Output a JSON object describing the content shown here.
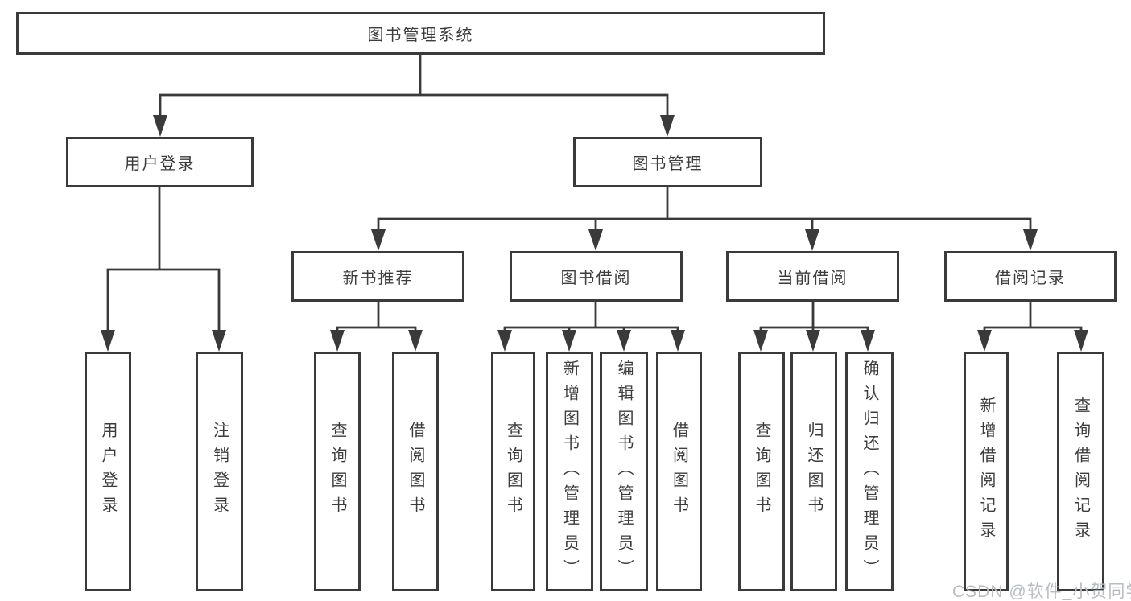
{
  "root": {
    "label": "图书管理系统"
  },
  "user_login": {
    "label": "用户登录",
    "children": [
      {
        "label": "用户登录"
      },
      {
        "label": "注销登录"
      }
    ]
  },
  "book_mgmt": {
    "label": "图书管理",
    "groups": [
      {
        "label": "新书推荐",
        "children": [
          {
            "label": "查询图书"
          },
          {
            "label": "借阅图书"
          }
        ]
      },
      {
        "label": "图书借阅",
        "children": [
          {
            "label": "查询图书"
          },
          {
            "label": "新增图书（管理员）"
          },
          {
            "label": "编辑图书（管理员）"
          },
          {
            "label": "借阅图书"
          }
        ]
      },
      {
        "label": "当前借阅",
        "children": [
          {
            "label": "查询图书"
          },
          {
            "label": "归还图书"
          },
          {
            "label": "确认归还（管理员）"
          }
        ]
      },
      {
        "label": "借阅记录",
        "children": [
          {
            "label": "新增借阅记录"
          },
          {
            "label": "查询借阅记录"
          }
        ]
      }
    ]
  },
  "watermark": {
    "text": "CSDN @软件_小贺同学"
  },
  "colors": {
    "line": "#3a3a3a",
    "text": "#3c3c3c",
    "watermark": "#b8bdc3"
  }
}
